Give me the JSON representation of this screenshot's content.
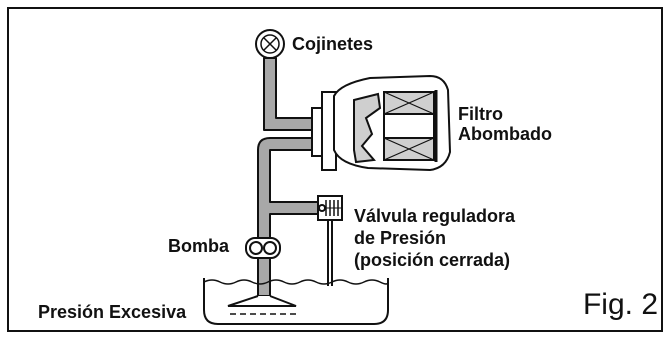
{
  "labels": {
    "bearings": "Cojinetes",
    "filter_line1": "Filtro",
    "filter_line2": "Abombado",
    "valve_line1": "Válvula reguladora",
    "valve_line2": "de Presión",
    "valve_line3": "(posición cerrada)",
    "pump": "Bomba",
    "pressure": "Presión Excesiva",
    "figure": "Fig. 2"
  },
  "colors": {
    "line": "#111111",
    "pipe_fill": "#a8a8a8",
    "filter_gray": "#cfcfcf",
    "background": "#ffffff"
  },
  "icons": [
    "gauge-x-icon",
    "filter-canister",
    "pressure-valve",
    "pump",
    "oil-pan"
  ]
}
